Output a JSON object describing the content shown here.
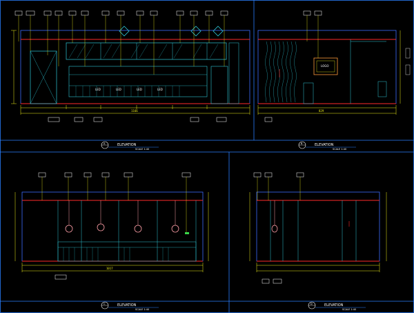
{
  "drawing_type": "CAD elevation drawing sheet",
  "colors": {
    "background": "#000000",
    "frame": "#2a7fff",
    "outline": "#3c6cff",
    "detail": "#2ec8d8",
    "dimension": "#f3f31a",
    "accent_red": "#ff2a2a",
    "text": "#ffffff",
    "green": "#39d74a",
    "orange": "#ff9a3a",
    "lamp": "#ff9fa8"
  },
  "panels": [
    {
      "id": "A",
      "title": "ELEVATION",
      "code": "A",
      "scale": "SCALE 1:40",
      "overall_dimension": "1166"
    },
    {
      "id": "B",
      "title": "ELEVATION",
      "code": "B",
      "scale": "SCALE 1:40",
      "overall_dimension": "829"
    },
    {
      "id": "C",
      "title": "ELEVATION",
      "code": "C",
      "scale": "SCALE 1:40",
      "overall_dimension": "1017"
    },
    {
      "id": "D",
      "title": "ELEVATION",
      "code": "D",
      "scale": "SCALE 1:40",
      "overall_dimension": ""
    }
  ],
  "panel_a_counter_labels": [
    "LED",
    "LED",
    "LED",
    "LED"
  ],
  "panel_b_frame_label": "LOGO"
}
